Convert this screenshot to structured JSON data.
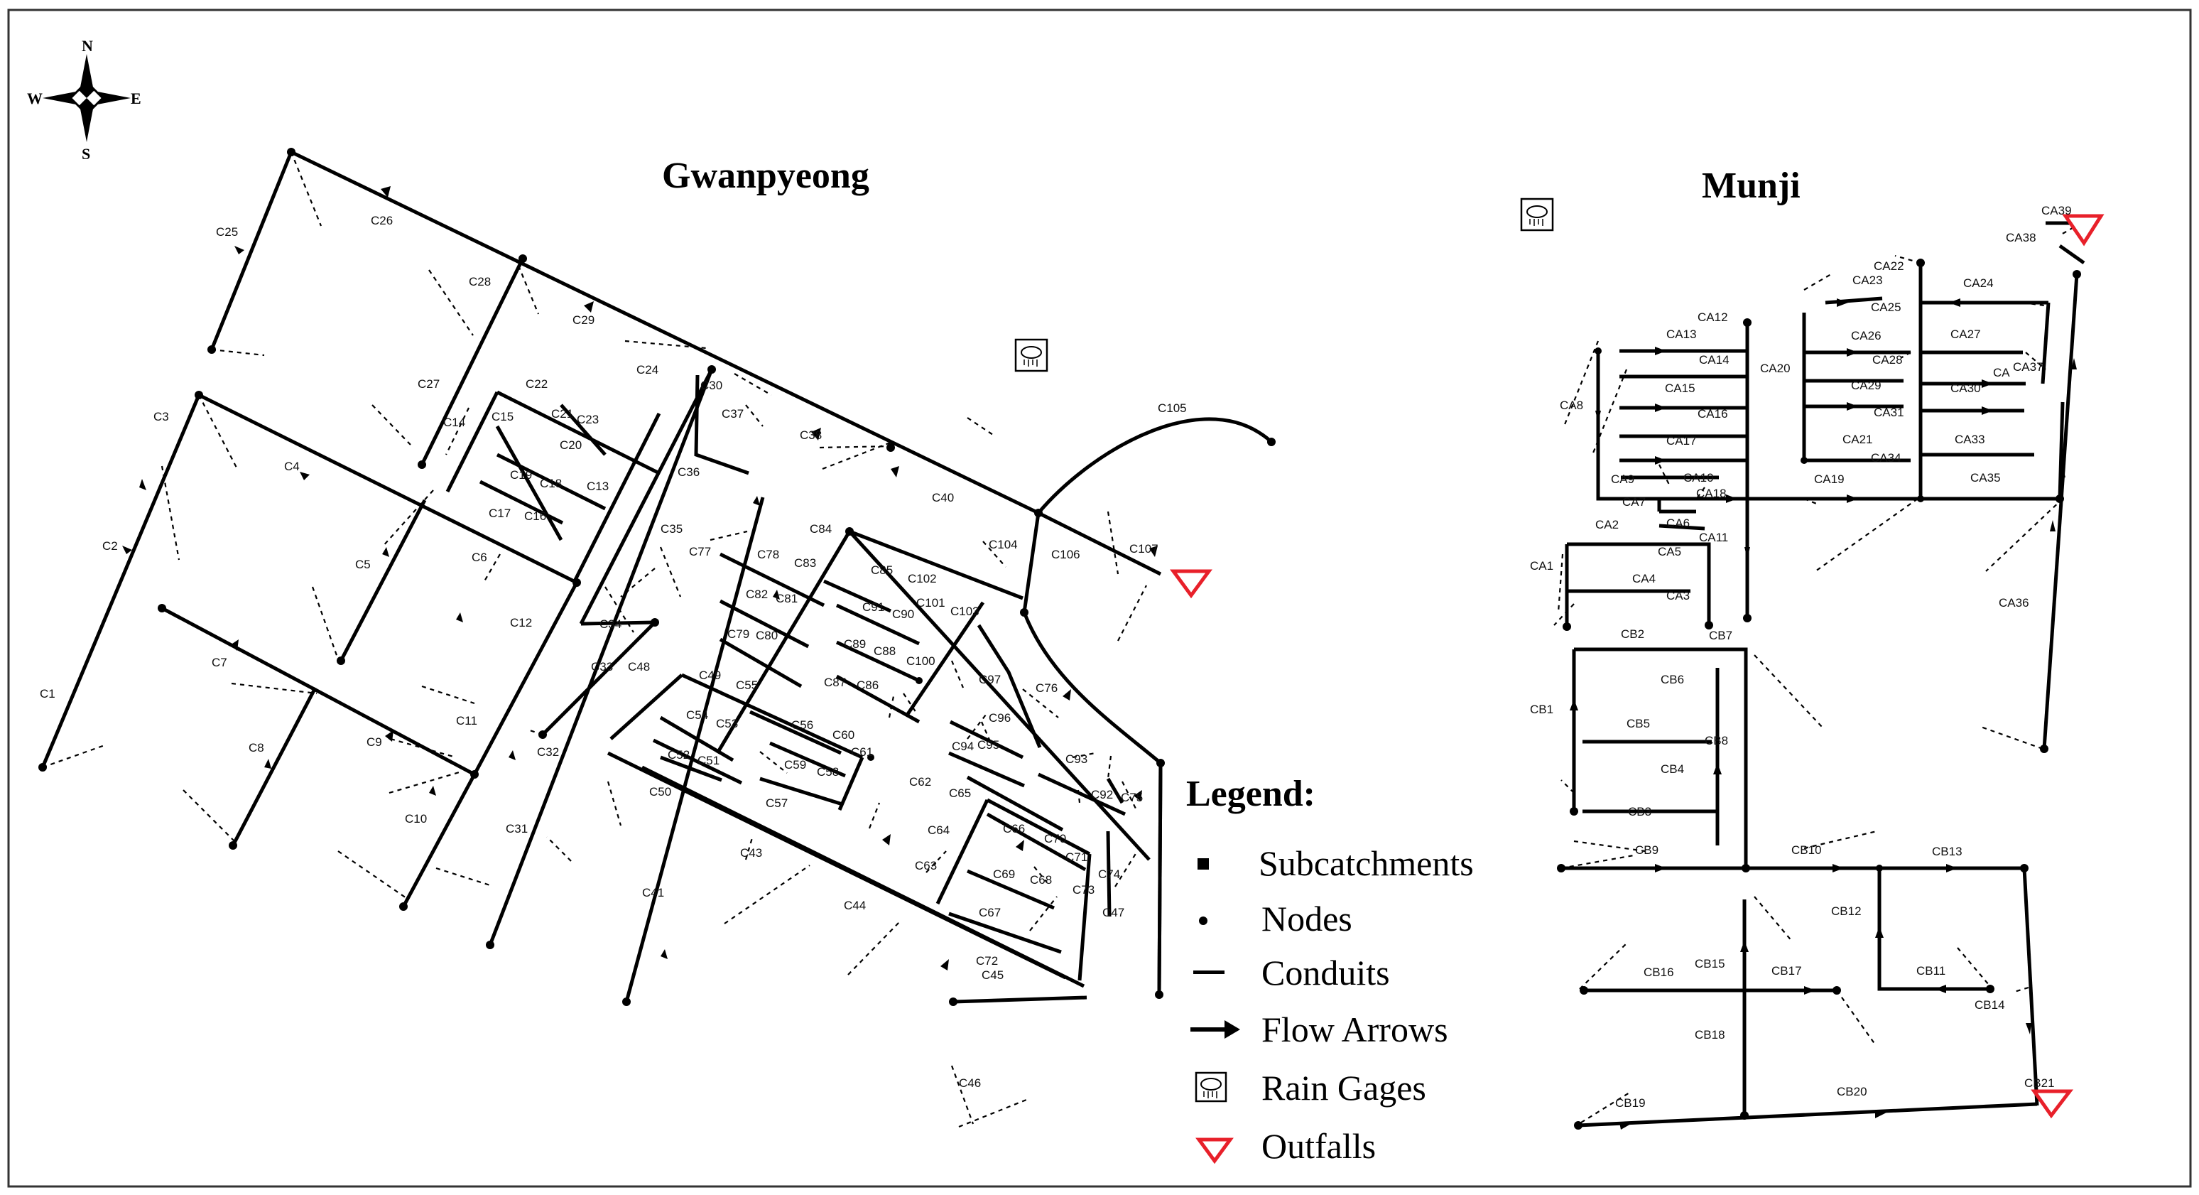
{
  "titles": {
    "left": "Gwanpyeong",
    "right": "Munji"
  },
  "compass": {
    "north": "N",
    "south": "S",
    "east": "E",
    "west": "W"
  },
  "legend": {
    "title": "Legend:",
    "items": [
      "Subcatchments",
      "Nodes",
      "Conduits",
      "Flow Arrows",
      "Rain Gages",
      "Outfalls"
    ]
  },
  "colors": {
    "outfall": "#e8202a",
    "ink": "#000000",
    "frame": "#333333"
  },
  "gwanpyeong_labels": [
    "C1",
    "C2",
    "C3",
    "C4",
    "C5",
    "C6",
    "C7",
    "C8",
    "C9",
    "C10",
    "C11",
    "C12",
    "C13",
    "C14",
    "C15",
    "C16",
    "C17",
    "C18",
    "C19",
    "C20",
    "C21",
    "C22",
    "C23",
    "C24",
    "C25",
    "C26",
    "C27",
    "C28",
    "C29",
    "C30",
    "C31",
    "C32",
    "C33",
    "C34",
    "C35",
    "C36",
    "C37",
    "C38",
    "C40",
    "C41",
    "C43",
    "C44",
    "C45",
    "C46",
    "C47",
    "C48",
    "C49",
    "C50",
    "C51",
    "C52",
    "C53",
    "C54",
    "C55",
    "C56",
    "C57",
    "C58",
    "C59",
    "C60",
    "C61",
    "C62",
    "C63",
    "C64",
    "C65",
    "C66",
    "C67",
    "C68",
    "C69",
    "C70",
    "C71",
    "C72",
    "C73",
    "C74",
    "C75",
    "C76",
    "C77",
    "C78",
    "C79",
    "C80",
    "C81",
    "C82",
    "C83",
    "C84",
    "C85",
    "C86",
    "C87",
    "C88",
    "C89",
    "C90",
    "C91",
    "C92",
    "C93",
    "C94",
    "C95",
    "C96",
    "C97",
    "C100",
    "C101",
    "C102",
    "C103",
    "C104",
    "C105",
    "C106",
    "C107"
  ],
  "munji_labels": [
    "CA",
    "CA1",
    "CA2",
    "CA3",
    "CA4",
    "CA5",
    "CA6",
    "CA7",
    "CA8",
    "CA9",
    "CA10",
    "CA11",
    "CA12",
    "CA13",
    "CA14",
    "CA15",
    "CA16",
    "CA17",
    "CA18",
    "CA19",
    "CA20",
    "CA21",
    "CA22",
    "CA23",
    "CA24",
    "CA25",
    "CA26",
    "CA27",
    "CA28",
    "CA29",
    "CA30",
    "CA31",
    "CA33",
    "CA34",
    "CA35",
    "CA36",
    "CA37",
    "CA38",
    "CA39",
    "CB1",
    "CB2",
    "CB3",
    "CB4",
    "CB5",
    "CB6",
    "CB7",
    "CB8",
    "CB9",
    "CB10",
    "CB11",
    "CB12",
    "CB13",
    "CB14",
    "CB15",
    "CB16",
    "CB17",
    "CB18",
    "CB19",
    "CB20",
    "CB21"
  ]
}
